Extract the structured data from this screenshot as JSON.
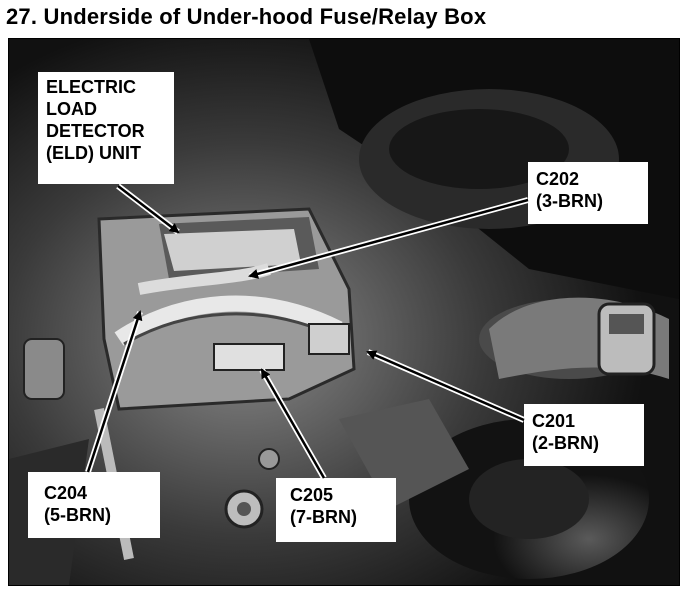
{
  "title": "27. Underside of Under-hood Fuse/Relay Box",
  "labels": {
    "eld": {
      "lines": [
        "ELECTRIC",
        "LOAD",
        "DETECTOR",
        "(ELD) UNIT"
      ]
    },
    "c202": {
      "name": "C202",
      "spec": "(3-BRN)"
    },
    "c201": {
      "name": "C201",
      "spec": "(2-BRN)"
    },
    "c204": {
      "name": "C204",
      "spec": "(5-BRN)"
    },
    "c205": {
      "name": "C205",
      "spec": "(7-BRN)"
    }
  },
  "colors": {
    "photo_dark": "#1a1a1a",
    "photo_mid": "#6a6a6a",
    "photo_light": "#c8c8c8",
    "label_bg": "#ffffff"
  }
}
